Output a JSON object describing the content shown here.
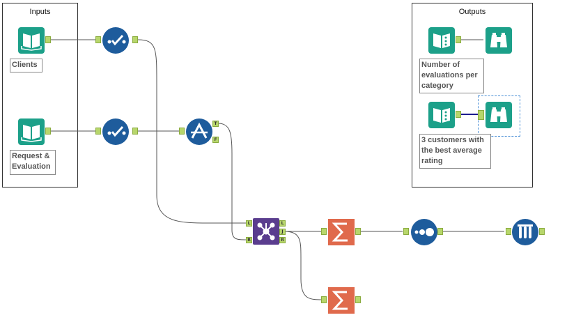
{
  "containers": {
    "inputs_title": "Inputs",
    "outputs_title": "Outputs"
  },
  "annotations": {
    "clients": "Clients",
    "request_eval": "Request & Evaluation",
    "num_evals": "Number of evaluations per category",
    "top3": "3 customers with the best average rating"
  },
  "anchors": {
    "filter_true": "T",
    "filter_false": "F",
    "join_left_in": "L",
    "join_right_in": "R",
    "join_left_out": "L",
    "join_join_out": "J",
    "join_right_out": "R"
  },
  "colors": {
    "teal": "#1ca089",
    "blue": "#1e5c9c",
    "purple": "#5a3d8e",
    "orange": "#e06a4c",
    "anchor": "#b7d66b"
  }
}
